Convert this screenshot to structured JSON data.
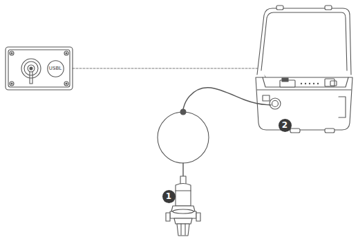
{
  "diagram": {
    "nodes": [
      {
        "text": [
          "USBL"
        ]
      }
    ],
    "labels": [
      "1",
      "2"
    ]
  }
}
